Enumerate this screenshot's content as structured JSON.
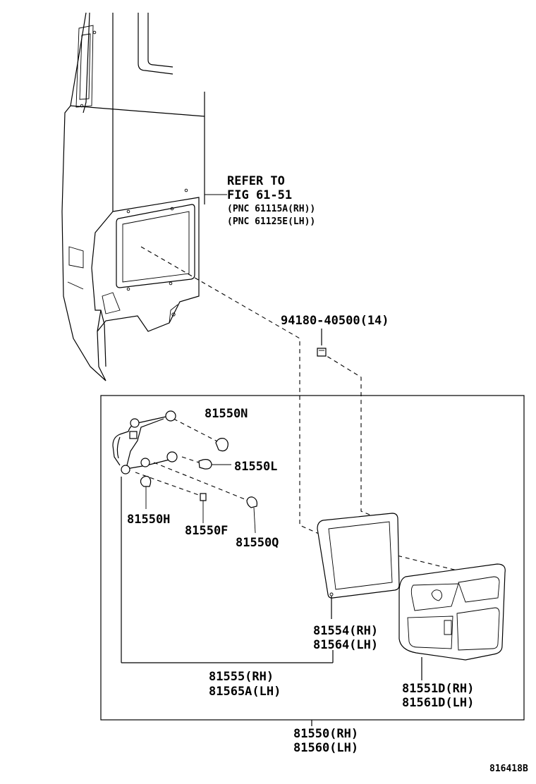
{
  "refer_to": {
    "line1": "REFER TO",
    "line2": "FIG 61-51",
    "line3": "(PNC 61115A(RH))",
    "line4": "(PNC 61125E(LH))"
  },
  "parts": {
    "screw": "94180-40500(14)",
    "bulb_n": "81550N",
    "bulb_l": "81550L",
    "bulb_h": "81550H",
    "bulb_f": "81550F",
    "bulb_q": "81550Q",
    "gasket_rh": "81554(RH)",
    "gasket_lh": "81564(LH)",
    "socket_rh": "81555(RH)",
    "socket_lh": "81565A(LH)",
    "lens_rh": "81551D(RH)",
    "lens_lh": "81561D(LH)",
    "assy_rh": "81550(RH)",
    "assy_lh": "81560(LH)"
  },
  "figure_id": "816418B"
}
